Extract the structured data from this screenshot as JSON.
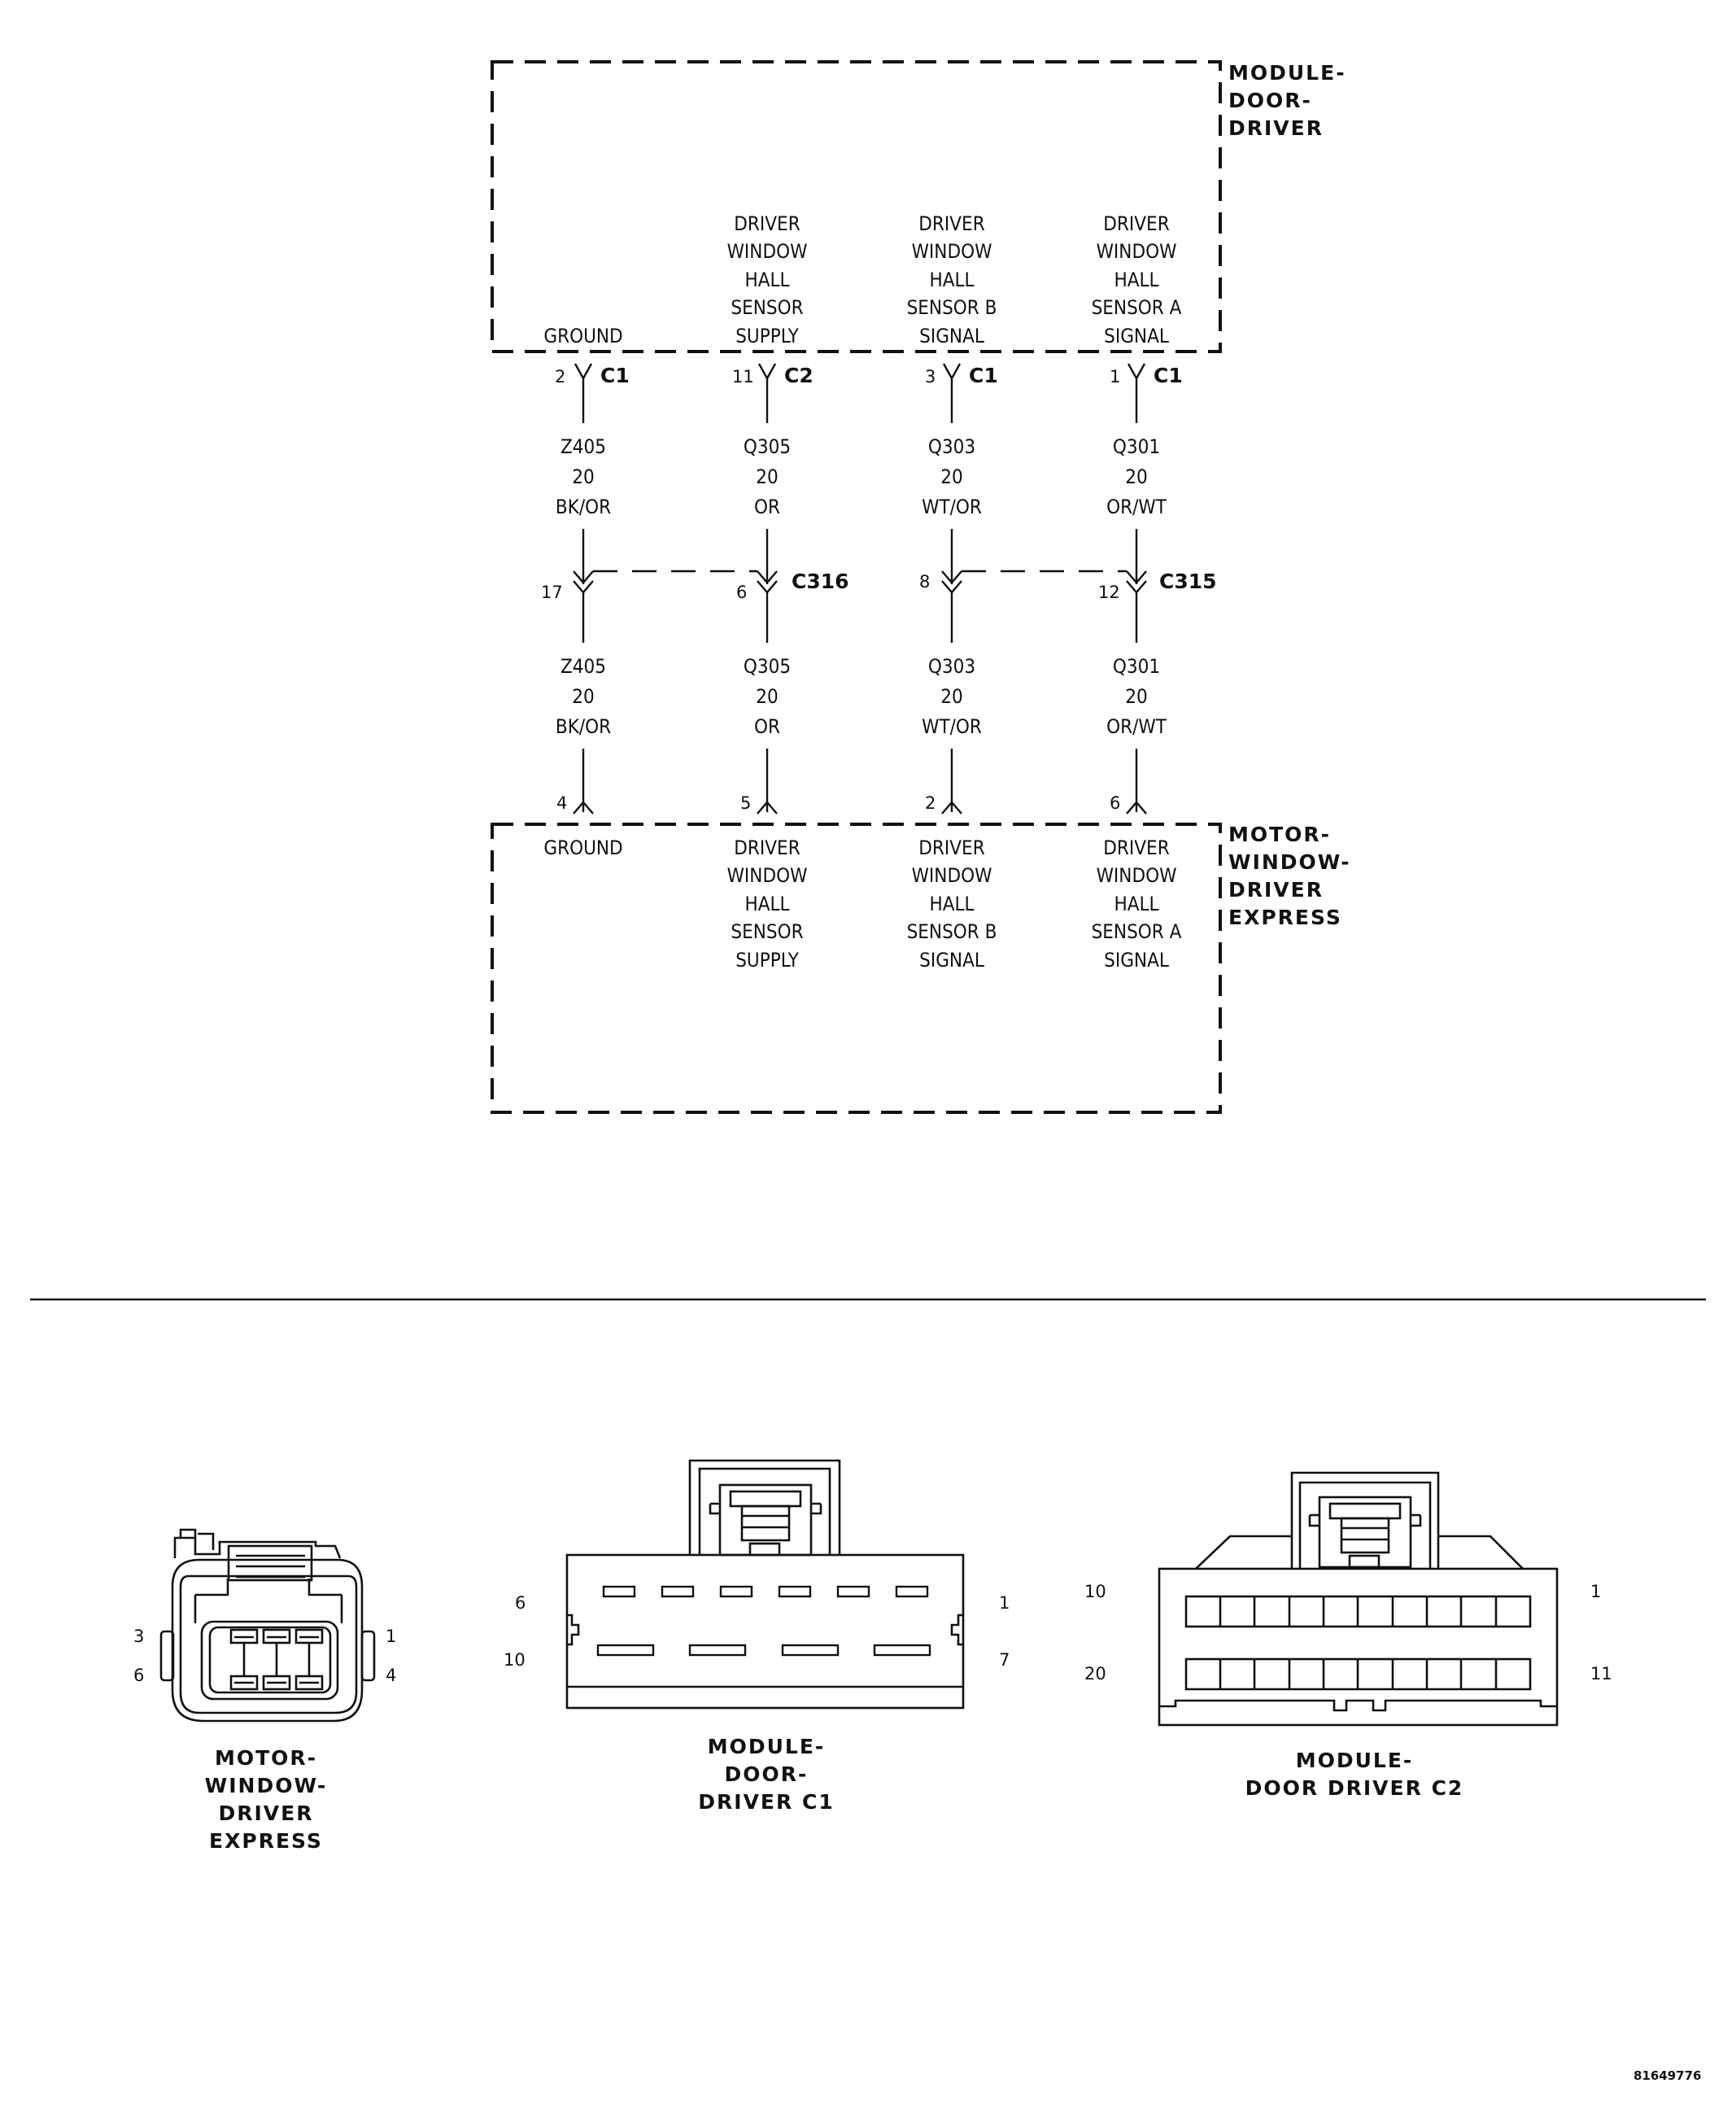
{
  "module_door_driver": {
    "title_lines": [
      "MODULE-",
      "DOOR-",
      "DRIVER"
    ],
    "circuits": [
      {
        "lines": [
          "GROUND"
        ],
        "pin": "2",
        "connector": "C1"
      },
      {
        "lines": [
          "DRIVER",
          "WINDOW",
          "HALL",
          "SENSOR",
          "SUPPLY"
        ],
        "pin": "11",
        "connector": "C2"
      },
      {
        "lines": [
          "DRIVER",
          "WINDOW",
          "HALL",
          "SENSOR B",
          "SIGNAL"
        ],
        "pin": "3",
        "connector": "C1"
      },
      {
        "lines": [
          "DRIVER",
          "WINDOW",
          "HALL",
          "SENSOR A",
          "SIGNAL"
        ],
        "pin": "1",
        "connector": "C1"
      }
    ]
  },
  "wires_upper": [
    {
      "circuit": "Z405",
      "gauge": "20",
      "color": "BK/OR"
    },
    {
      "circuit": "Q305",
      "gauge": "20",
      "color": "OR"
    },
    {
      "circuit": "Q303",
      "gauge": "20",
      "color": "WT/OR"
    },
    {
      "circuit": "Q301",
      "gauge": "20",
      "color": "OR/WT"
    }
  ],
  "inline_connectors": [
    {
      "name": "C316",
      "pins": [
        "17",
        "6"
      ]
    },
    {
      "name": "C315",
      "pins": [
        "8",
        "12"
      ]
    }
  ],
  "wires_lower": [
    {
      "circuit": "Z405",
      "gauge": "20",
      "color": "BK/OR"
    },
    {
      "circuit": "Q305",
      "gauge": "20",
      "color": "OR"
    },
    {
      "circuit": "Q303",
      "gauge": "20",
      "color": "WT/OR"
    },
    {
      "circuit": "Q301",
      "gauge": "20",
      "color": "OR/WT"
    }
  ],
  "motor_window_driver_express": {
    "title_lines": [
      "MOTOR-",
      "WINDOW-",
      "DRIVER",
      "EXPRESS"
    ],
    "circuits": [
      {
        "lines": [
          "GROUND"
        ],
        "pin": "4"
      },
      {
        "lines": [
          "DRIVER",
          "WINDOW",
          "HALL",
          "SENSOR",
          "SUPPLY"
        ],
        "pin": "5"
      },
      {
        "lines": [
          "DRIVER",
          "WINDOW",
          "HALL",
          "SENSOR B",
          "SIGNAL"
        ],
        "pin": "2"
      },
      {
        "lines": [
          "DRIVER",
          "WINDOW",
          "HALL",
          "SENSOR A",
          "SIGNAL"
        ],
        "pin": "6"
      }
    ]
  },
  "connector_views": [
    {
      "title_lines": [
        "MOTOR-",
        "WINDOW-",
        "DRIVER",
        "EXPRESS"
      ],
      "pins": [
        "3",
        "1",
        "6",
        "4"
      ]
    },
    {
      "title_lines": [
        "MODULE-",
        "DOOR-",
        "DRIVER C1"
      ],
      "pins": [
        "6",
        "1",
        "10",
        "7"
      ]
    },
    {
      "title_lines": [
        "MODULE-",
        "DOOR DRIVER C2"
      ],
      "pins": [
        "10",
        "1",
        "20",
        "11"
      ]
    }
  ],
  "figure_id": "81649776"
}
